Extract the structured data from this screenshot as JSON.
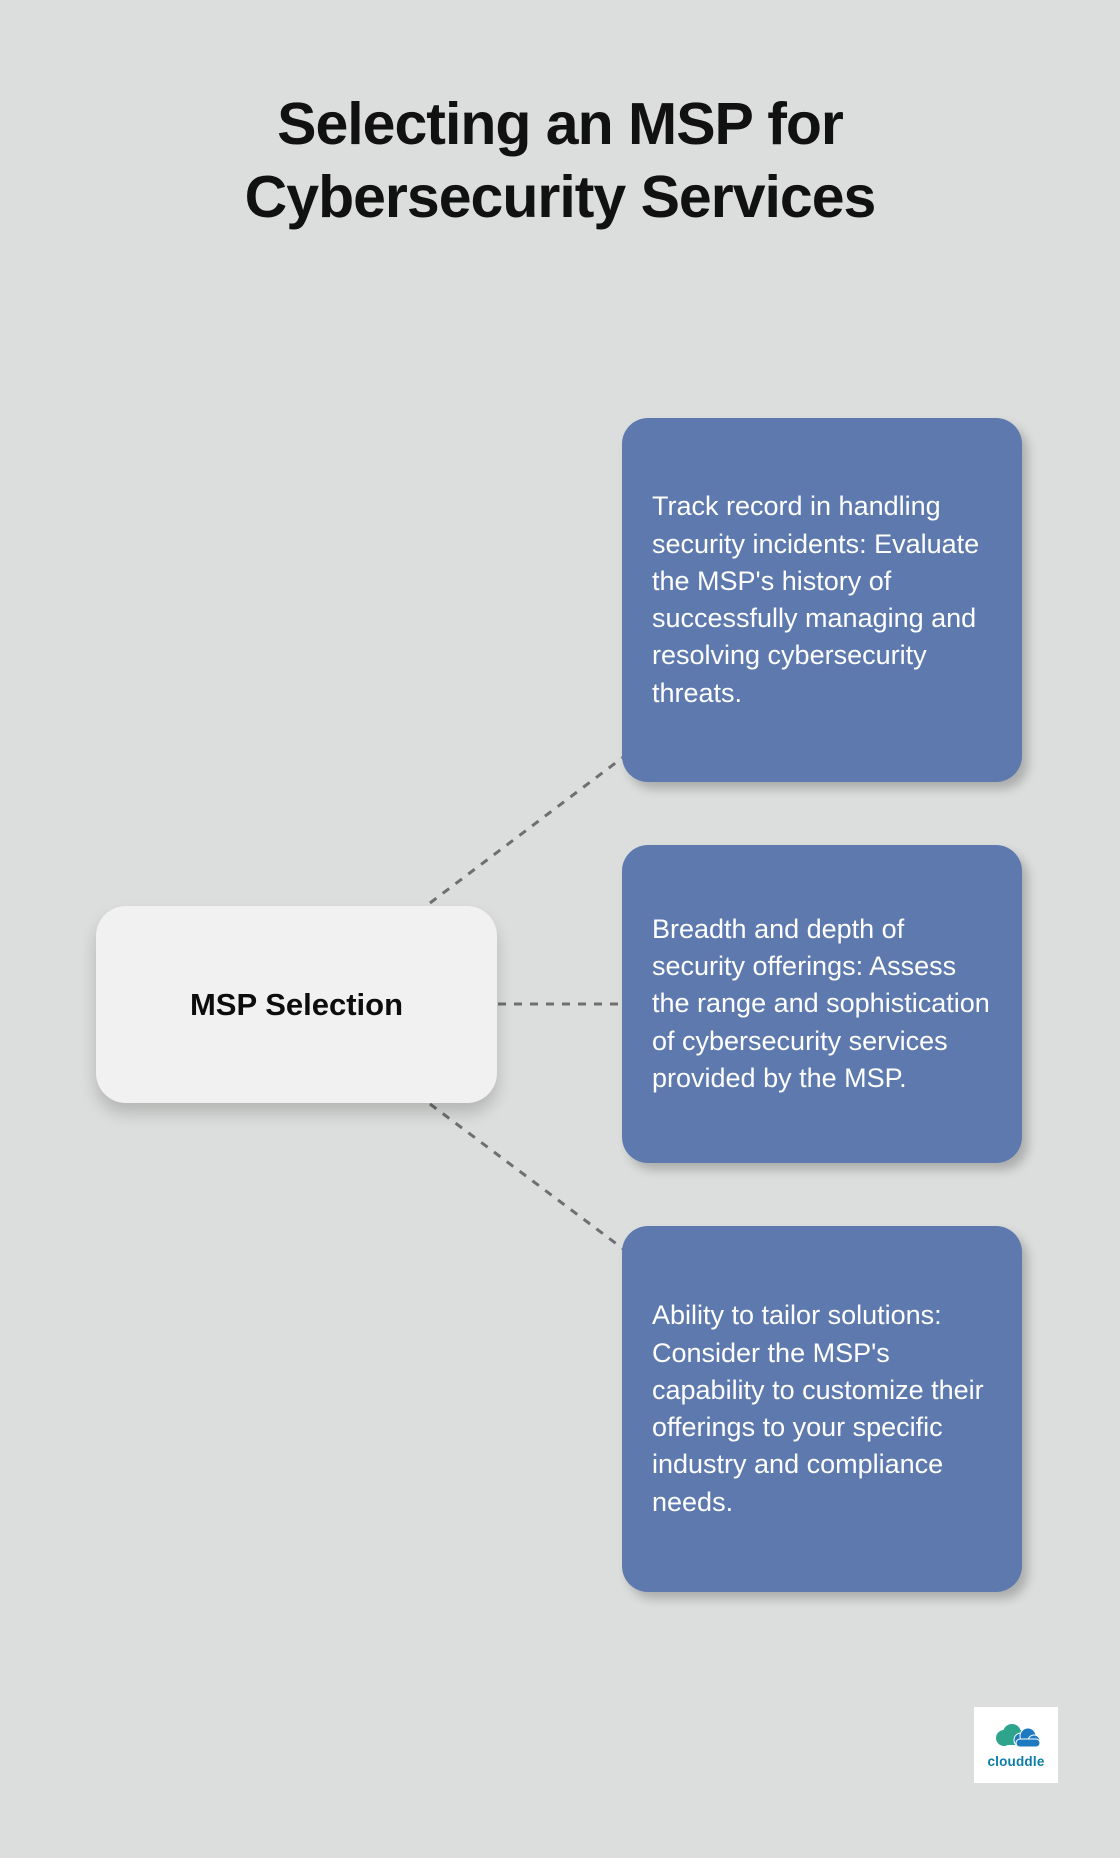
{
  "page": {
    "title_line1": "Selecting an MSP for",
    "title_line2": "Cybersecurity Services"
  },
  "diagram": {
    "center_node": {
      "label": "MSP Selection"
    },
    "nodes": [
      {
        "text": "Track record in handling security incidents: Evaluate the MSP's history of successfully managing and resolving cybersecurity threats."
      },
      {
        "text": "Breadth and depth of security offerings: Assess the range and sophistication of cybersecurity services provided by the MSP."
      },
      {
        "text": "Ability to tailor solutions: Consider the MSP's capability to customize their offerings to your specific industry and compliance needs."
      }
    ]
  },
  "branding": {
    "logo_text": "clouddle"
  },
  "colors": {
    "background": "#dcdedd",
    "node_blue": "#5d79ae",
    "center_node_bg": "#f0f1f0",
    "title_color": "#111111",
    "connector": "#6f6f6f",
    "node_text": "#ffffff",
    "logo_text": "#0c7da6"
  }
}
